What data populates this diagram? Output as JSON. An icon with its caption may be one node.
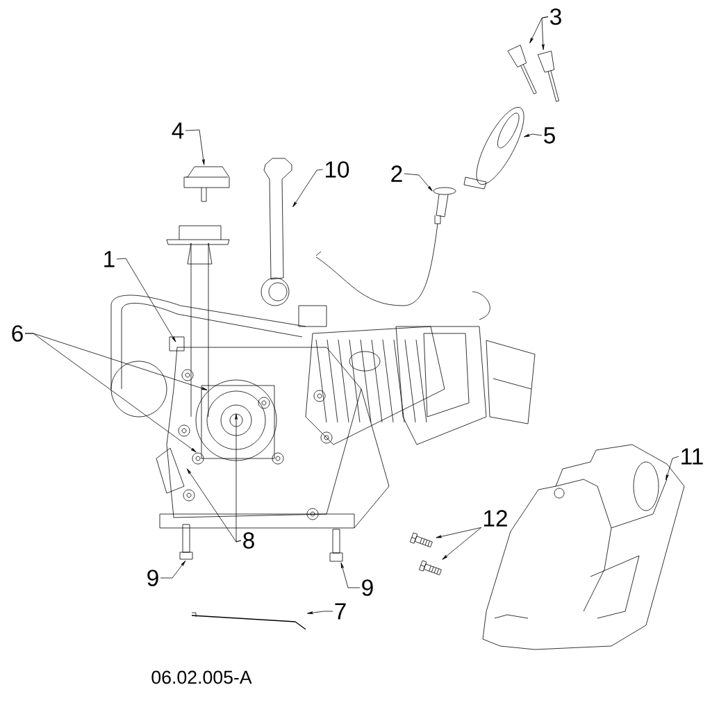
{
  "diagram": {
    "nodes": [
      {
        "text": [
          "3"
        ]
      },
      {
        "text": [
          "5"
        ]
      },
      {
        "text": [
          "2"
        ]
      },
      {
        "text": [
          "4"
        ]
      },
      {
        "text": [
          "10"
        ]
      },
      {
        "text": [
          "1"
        ]
      },
      {
        "text": [
          "6"
        ]
      },
      {
        "text": [
          "8"
        ]
      },
      {
        "text": [
          "9"
        ]
      },
      {
        "text": [
          "9"
        ]
      },
      {
        "text": [
          "7"
        ]
      },
      {
        "text": [
          "12"
        ]
      },
      {
        "text": [
          "11"
        ]
      },
      {
        "text": [],
        "shape": "picture"
      },
      {
        "text": [],
        "shape": "picture"
      },
      {
        "text": [],
        "shape": "picture"
      },
      {
        "text": [],
        "shape": "picture"
      },
      {
        "text": [],
        "shape": "picture"
      },
      {
        "text": [],
        "shape": "picture"
      },
      {
        "text": [],
        "shape": "picture"
      },
      {
        "text": [],
        "shape": "picture"
      },
      {
        "text": [],
        "shape": "picture"
      },
      {
        "text": [],
        "shape": "picture"
      },
      {
        "text": [],
        "shape": "picture"
      },
      {
        "text": [],
        "shape": "picture"
      }
    ],
    "edges": [
      {
        "from": 0,
        "to": 13,
        "arrow": "to"
      },
      {
        "from": 0,
        "to": 14,
        "arrow": "to"
      },
      {
        "from": 1,
        "to": 15,
        "arrow": "to"
      },
      {
        "from": 2,
        "to": 16,
        "arrow": "to"
      },
      {
        "from": 3,
        "to": 17,
        "arrow": "to"
      },
      {
        "from": 4,
        "to": 18,
        "arrow": "to"
      },
      {
        "from": 5,
        "to": null,
        "arrow": "to"
      },
      {
        "from": 6,
        "to": null,
        "arrow": "to"
      },
      {
        "from": 6,
        "to": null,
        "arrow": "to"
      },
      {
        "from": 7,
        "to": null,
        "arrow": "to"
      },
      {
        "from": 7,
        "to": null,
        "arrow": "to"
      },
      {
        "from": 8,
        "to": 19,
        "arrow": "to"
      },
      {
        "from": 9,
        "to": 20,
        "arrow": "to"
      },
      {
        "from": 10,
        "to": 21,
        "arrow": "to"
      },
      {
        "from": 11,
        "to": 22,
        "arrow": "to"
      },
      {
        "from": 11,
        "to": 23,
        "arrow": "to"
      },
      {
        "from": 12,
        "to": 24,
        "arrow": "to"
      }
    ],
    "labels": [
      "06.02.005-A"
    ]
  }
}
